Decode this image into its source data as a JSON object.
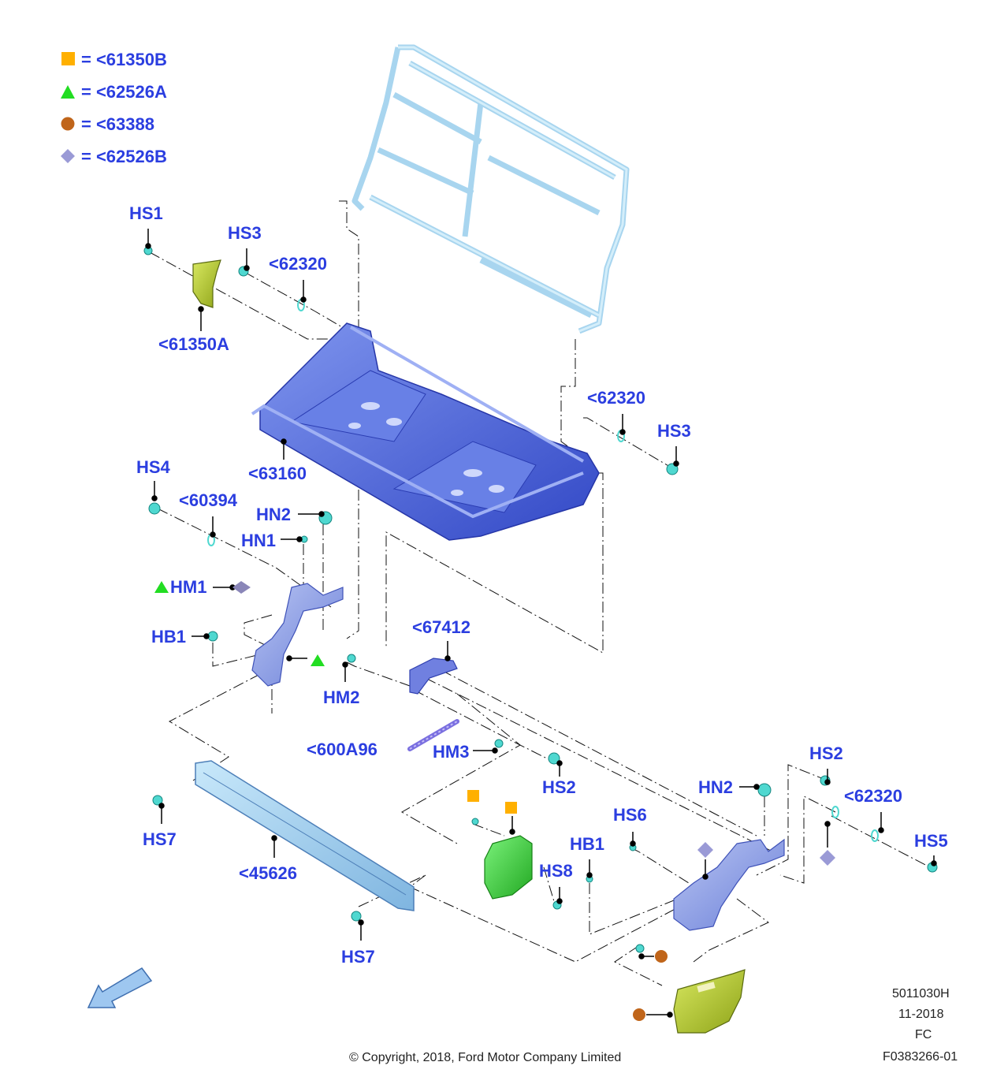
{
  "legend": [
    {
      "symbol": "square",
      "color": "#ffb000",
      "text": "= <61350B"
    },
    {
      "symbol": "triangle",
      "color": "#22dd22",
      "text": "= <62526A"
    },
    {
      "symbol": "circle",
      "color": "#c0651a",
      "text": "= <63388"
    },
    {
      "symbol": "diamond",
      "color": "#9a9ad6",
      "text": "= <62526B"
    }
  ],
  "callouts": {
    "hs1": "HS1",
    "hs3_left": "HS3",
    "c62320_left": "<62320",
    "c61350a": "<61350A",
    "c62320_mid": "<62320",
    "hs3_right": "HS3",
    "c63160": "<63160",
    "hs4": "HS4",
    "c60394": "<60394",
    "hn2_left": "HN2",
    "hn1": "HN1",
    "hm1": "HM1",
    "hb1_left": "HB1",
    "c67412": "<67412",
    "hm2": "HM2",
    "c600a96": "<600A96",
    "hm3": "HM3",
    "hs2_mid": "HS2",
    "hs2_right": "HS2",
    "hn2_right": "HN2",
    "c62320_right": "<62320",
    "hs5": "HS5",
    "hs6": "HS6",
    "hb1_right": "HB1",
    "hs8": "HS8",
    "hs7_left": "HS7",
    "c45626": "<45626",
    "hs7_bottom": "HS7"
  },
  "footer": {
    "code": "5011030H",
    "date": "11-2018",
    "region": "FC",
    "figure": "F0383266-01",
    "copyright": "© Copyright, 2018, Ford Motor Company Limited"
  },
  "colors": {
    "label": "#2b3ee0",
    "frame_blue": "#4a63d8",
    "backrest": "#aee0f5",
    "fastener": "#4fd8d0",
    "bracket": "#8a9ce6",
    "green_part": "#3fcf3f",
    "olive_part": "#b8c934",
    "rail": "#9fd0ee"
  }
}
